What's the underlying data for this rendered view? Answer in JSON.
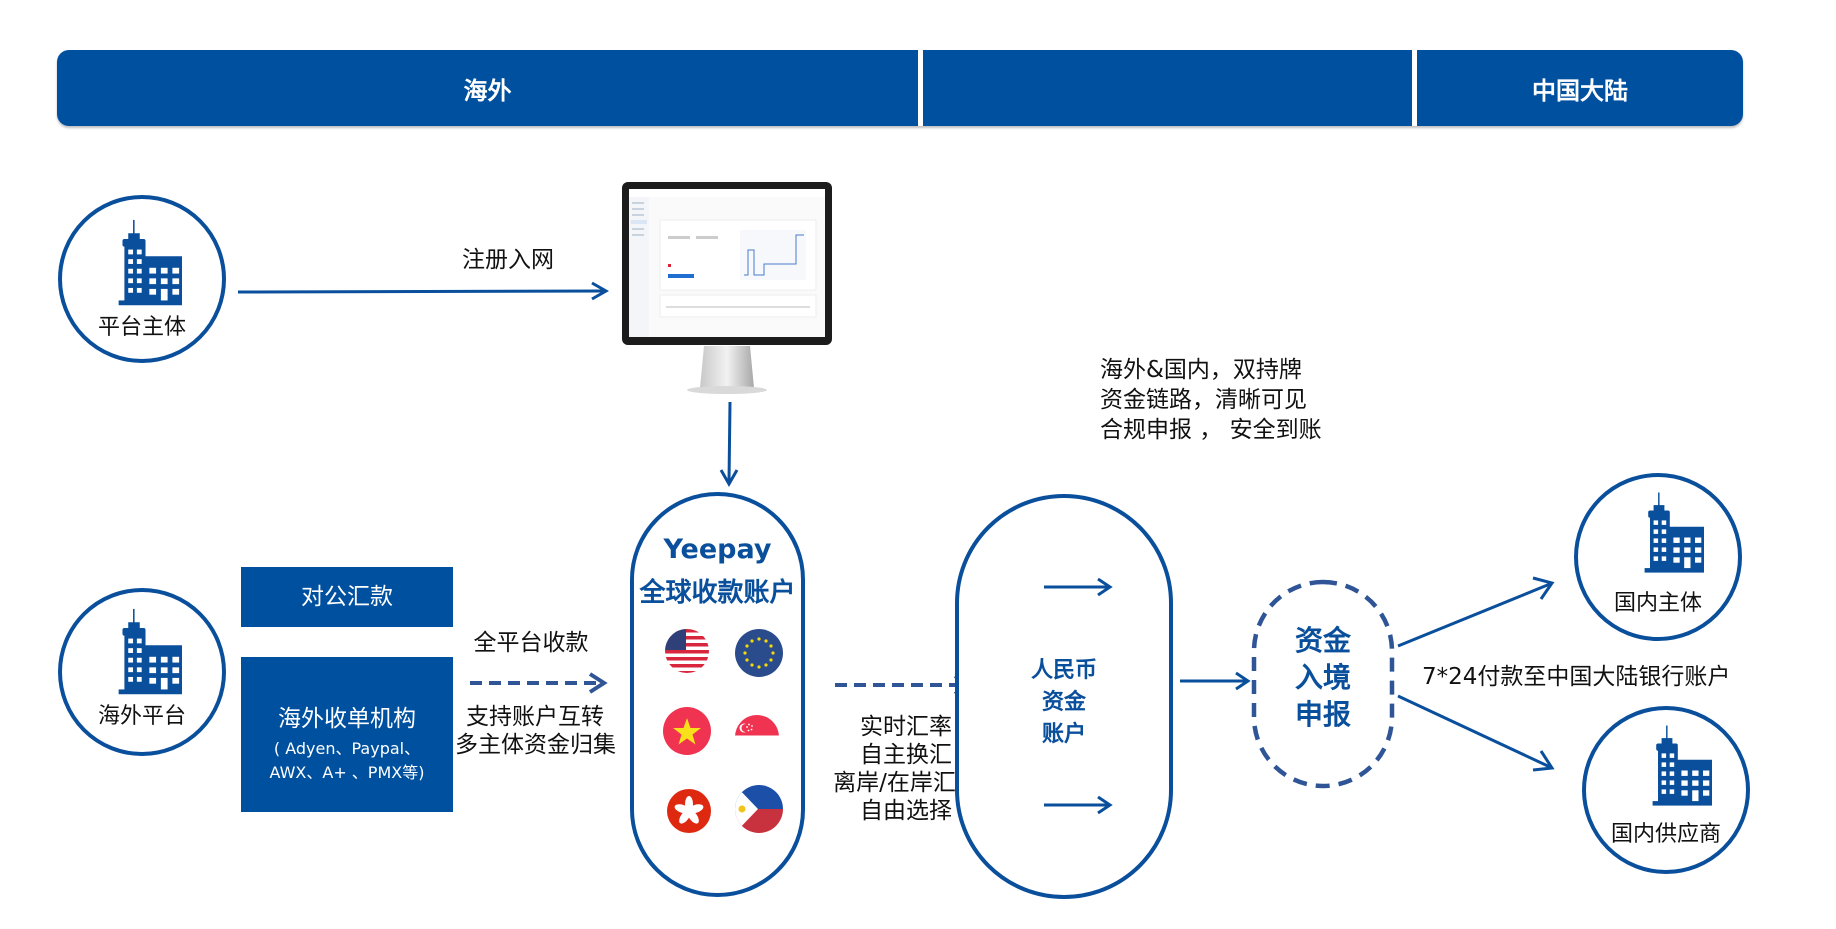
{
  "header": {
    "segments": [
      {
        "label": "海外"
      },
      {
        "label": ""
      },
      {
        "label": "中国大陆"
      }
    ],
    "color": "#0050a0"
  },
  "entities": {
    "platform_subject": "平台主体",
    "overseas_platform": "海外平台",
    "domestic_subject": "国内主体",
    "domestic_supplier": "国内供应商"
  },
  "flow": {
    "register_label": "注册入网",
    "corporate_remittance": "对公汇款",
    "acquirer_title": "海外收单机构",
    "acquirer_line1": "( Adyen、Paypal、",
    "acquirer_line2": "AWX、A+ 、PMX等)",
    "all_platform_collect": "全平台收款",
    "transfer_line1": "支持账户互转",
    "transfer_line2": "多主体资金归集",
    "yeepay_brand": "Yeepay",
    "yeepay_account": "全球收款账户",
    "currencies": [
      {
        "flag": "us-flag-icon"
      },
      {
        "flag": "eu-flag-icon"
      },
      {
        "flag": "vn-flag-icon"
      },
      {
        "flag": "sg-flag-icon"
      },
      {
        "flag": "hk-flag-icon"
      },
      {
        "flag": "ph-flag-icon"
      }
    ],
    "fx_line1": "实时汇率",
    "fx_line2": "自主换汇",
    "fx_line3": "离岸/在岸汇率",
    "fx_line4": "自由选择",
    "rmb_line1": "人民币",
    "rmb_line2": "资金",
    "rmb_line3": "账户",
    "declare_line1": "资金",
    "declare_line2": "入境",
    "declare_line3": "申报",
    "payout_label": "7*24付款至中国大陆银行账户"
  },
  "highlights": {
    "line1": "海外&国内，双持牌",
    "line2": "资金链路，清晰可见",
    "line3": "合规申报 ， 安全到账"
  },
  "colors": {
    "primary": "#0050a0",
    "outline": "#0a4f9c",
    "dashed_arrow": "#2f5597"
  }
}
